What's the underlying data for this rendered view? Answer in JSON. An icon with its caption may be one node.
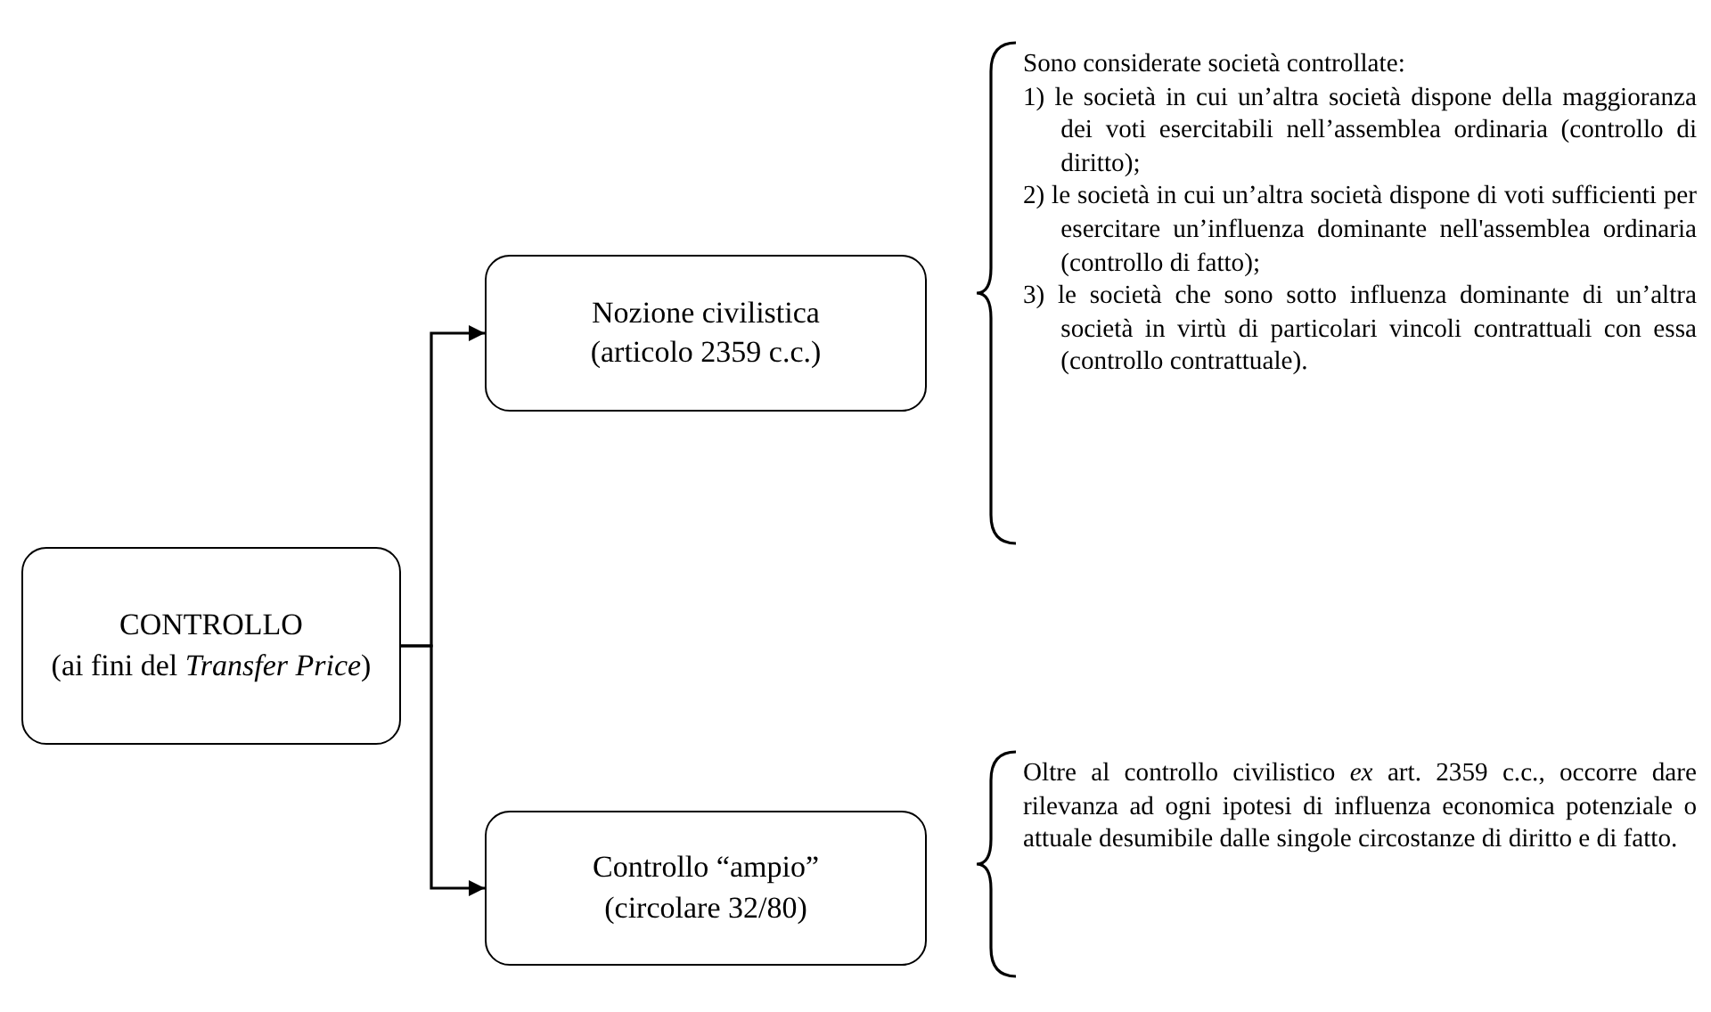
{
  "diagram": {
    "nodes": [
      {
        "text": [
          "CONTROLLO",
          "(ai fini del *Transfer Price*)"
        ]
      },
      {
        "text": [
          "Nozione civilistica",
          "(articolo 2359 c.c.)"
        ],
        "beside": [
          "Sono considerate società controllate:",
          "1) le società in cui un’altra società dispone della maggioranza dei voti esercitabili nell’assemblea ordinaria (controllo di diritto);",
          "2) le società in cui un’altra società dispone di voti sufficienti per esercitare un’influenza dominante nell'assemblea ordinaria (controllo di fatto);",
          "3) le società che sono sotto influenza dominante di un’altra società in virtù di particolari vincoli contrattuali con essa (controllo contrattuale)."
        ]
      },
      {
        "text": [
          "Controllo “ampio”",
          "(circolare 32/80)"
        ],
        "beside": [
          "Oltre al controllo civilistico *ex* art. 2359 c.c., occorre dare rilevanza ad ogni ipotesi di influenza economica potenziale o attuale desumibile dalle singole circostanze di diritto e di fatto."
        ]
      }
    ],
    "edges": [
      {
        "from": 0,
        "to": 1,
        "arrow": "to"
      },
      {
        "from": 0,
        "to": 2,
        "arrow": "to"
      }
    ]
  }
}
